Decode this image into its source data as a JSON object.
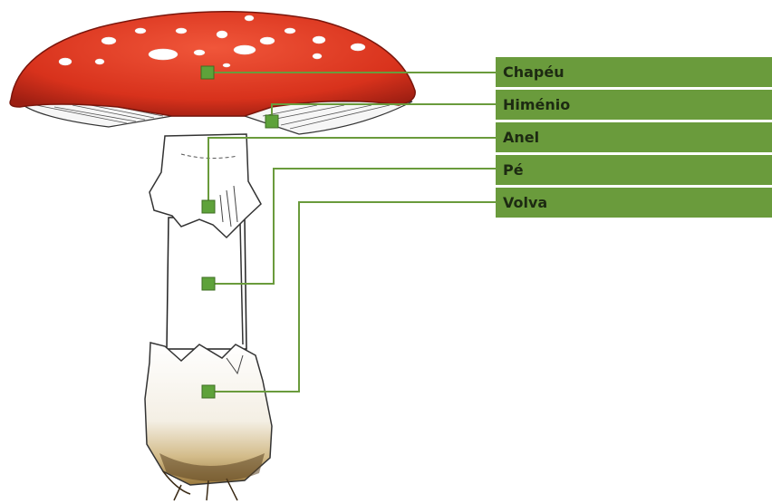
{
  "colors": {
    "cap": "#d8321c",
    "cap_dark": "#9c1e12",
    "label_bg": "#6a9b3c",
    "leader_line": "#6a9b3c",
    "marker": "#5ea23a",
    "volva_base": "#b99a62"
  },
  "labels": [
    {
      "id": "chapeu",
      "text": "Chapéu"
    },
    {
      "id": "himenio",
      "text": "Himénio"
    },
    {
      "id": "anel",
      "text": "Anel"
    },
    {
      "id": "pe",
      "text": "Pé"
    },
    {
      "id": "volva",
      "text": "Volva"
    }
  ]
}
